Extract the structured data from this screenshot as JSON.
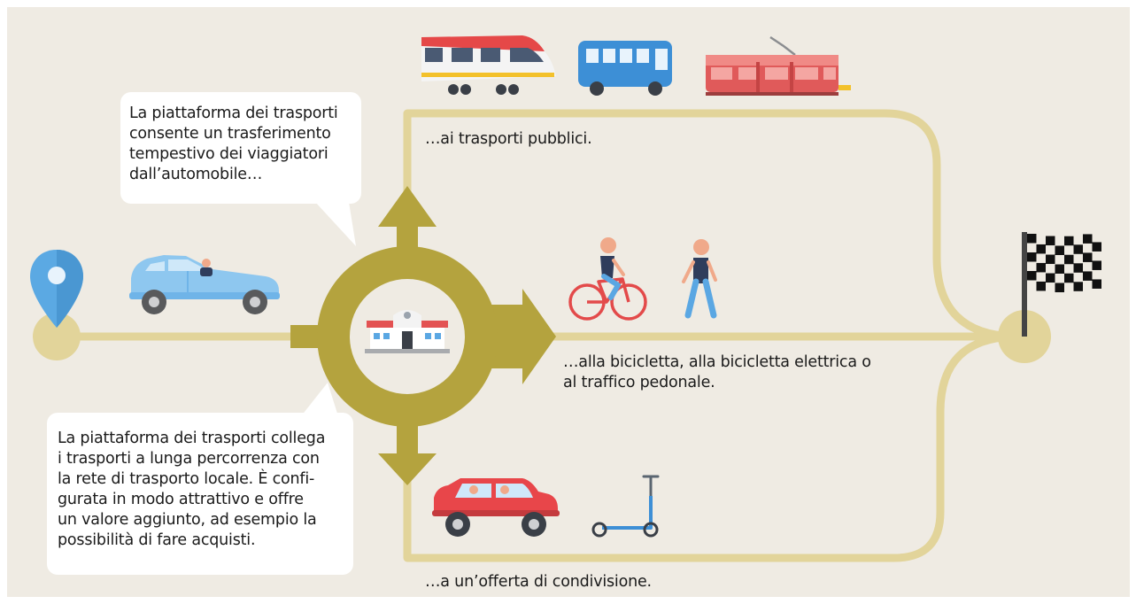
{
  "colors": {
    "background": "#efebe3",
    "path": "#e2d49a",
    "roundabout": "#b4a33e",
    "pin": "#5ba9e3",
    "car_blue": "#7ec0ee",
    "car_red": "#e8464a",
    "train_red": "#e05a5a",
    "bus_blue": "#3d8fd6",
    "flag": "#111111"
  },
  "callouts": {
    "top": "La piattaforma dei trasporti consente un trasferimento tempestivo dei viaggiatori dall’automobile…",
    "bottom": "La piattaforma dei trasporti collega i trasporti a lunga percorrenza con la rete di trasporto locale. È confi-gurata in modo attrattivo e offre un valore aggiunto, ad esempio la possibilità di fare acquisti."
  },
  "callouts_lines": {
    "top": [
      "La piattaforma dei trasporti",
      "consente un trasferimento",
      "tempestivo dei viaggiatori",
      "dall’automobile…"
    ],
    "bottom": [
      "La piattaforma dei trasporti collega",
      "i trasporti a lunga percorrenza con",
      "la rete di trasporto locale. È confi-",
      "gurata in modo attrattivo e offre",
      "un valore aggiunto, ad esempio la",
      "possibilità di fare acquisti."
    ]
  },
  "branches": {
    "public_transport": "…ai trasporti pubblici.",
    "bicycle_lines": [
      "…alla bicicletta, alla bicicletta elettrica o",
      "al traffico pedonale."
    ],
    "sharing": "…a un’offerta di condivisione."
  },
  "icons": {
    "start": "location-pin-icon",
    "private_car": "car-icon",
    "hub": "station-building-icon",
    "train": "train-icon",
    "bus": "bus-icon",
    "tram": "tram-icon",
    "cyclist": "cyclist-icon",
    "pedestrian": "pedestrian-icon",
    "shared_car": "shared-car-icon",
    "scooter": "kick-scooter-icon",
    "finish": "checkered-flag-icon"
  }
}
